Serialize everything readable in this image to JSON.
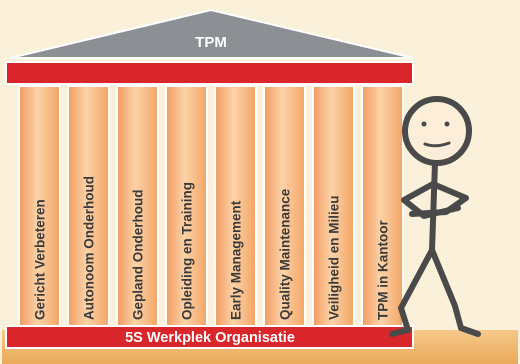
{
  "diagram": {
    "roof_title": "TPM",
    "pillars": [
      "Gericht Verbeteren",
      "Autonoom Onderhoud",
      "Gepland Onderhoud",
      "Opleiding en Training",
      "Early Management",
      "Quality Maintenance",
      "Veiligheid en Milieu",
      "TPM in Kantoor"
    ],
    "base_label": "5S Werkplek Organisatie"
  },
  "colors": {
    "background": "#fbf1db",
    "roof": "#8c8f94",
    "beam_red": "#d8262a",
    "pillar": "#f6b27a",
    "pillar_outline": "#ffffff",
    "base_floor": "#f2bc75",
    "figure_line": "#4a4a4a",
    "figure_fill": "#fdeed9"
  },
  "icons": {
    "figure": "stick-figure-icon"
  }
}
